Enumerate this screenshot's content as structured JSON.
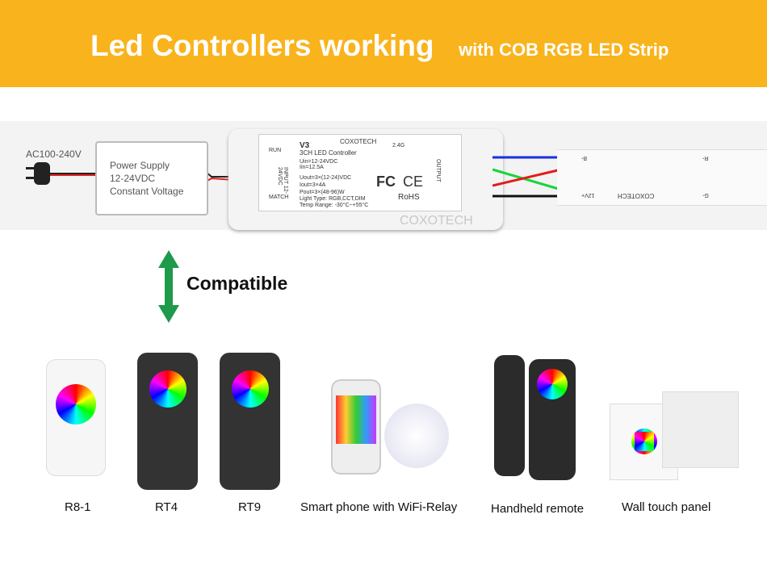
{
  "header": {
    "title_main": "Led Controllers working",
    "title_sub": "with COB RGB LED Strip",
    "bg_color": "#F9B31C"
  },
  "power": {
    "input": "AC100-240V",
    "psu_lines": [
      "Power Supply",
      "12-24VDC",
      "Constant Voltage"
    ]
  },
  "controller": {
    "model": "V3",
    "brand": "COXOTECH",
    "name": "3CH LED Controller",
    "specs": [
      "Uin=12-24VDC",
      "Iin=12.5A",
      "Uout=3×(12-24)VDC",
      "Iout=3×4A",
      "Pout=3×(48-96)W",
      "Light Type: RGB,CCT,DIM",
      "Temp Range: -30°C~+55°C"
    ],
    "run": "RUN",
    "match": "MATCH",
    "input_label": "INPUT 12-24VDC",
    "output_label": "OUTPUT",
    "rf": "2.4G",
    "certs": [
      "FC",
      "CE",
      "RoHS"
    ],
    "watermark": "COXOTECH"
  },
  "strip": {
    "brand": "COXOTECH",
    "labels": [
      "B-",
      "R-",
      "G-",
      "12V+"
    ]
  },
  "compatible": {
    "label": "Compatible",
    "arrow_color": "#1E9A4A"
  },
  "devices": [
    {
      "label": "R8-1"
    },
    {
      "label": "RT4"
    },
    {
      "label": "RT9"
    },
    {
      "label": "Smart phone with WiFi-Relay"
    },
    {
      "label": "Handheld remote"
    },
    {
      "label": "Wall touch panel"
    }
  ]
}
